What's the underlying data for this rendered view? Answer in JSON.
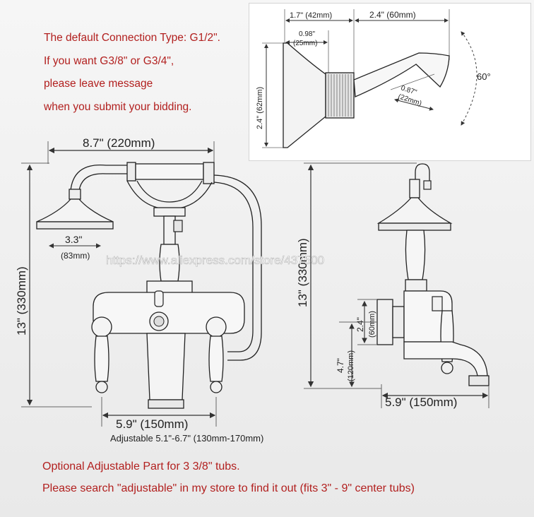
{
  "notes": [
    "The default Connection Type: G1/2\".",
    "If you want G3/8\" or G3/4\",",
    "please leave message",
    "when you submit your bidding."
  ],
  "inset": {
    "dim_top_left": "1.7\" (42mm)",
    "dim_top_right": "2.4\" (60mm)",
    "dim_inner_in": "0.98\"",
    "dim_inner_mm": "(25mm)",
    "dim_left": "2.4\" (62mm)",
    "dim_arm_in": "0.87\"",
    "dim_arm_mm": "(22mm)",
    "angle": "60°"
  },
  "front": {
    "width": "8.7\" (220mm)",
    "height": "13\" (330mm)",
    "head_in": "3.3\"",
    "head_mm": "(83mm)",
    "center": "5.9\" (150mm)",
    "adjustable": "Adjustable 5.1\"-6.7\" (130mm-170mm)"
  },
  "side": {
    "height": "13\" (330mm)",
    "flange_in": "2.4\"",
    "flange_mm": "(60mm)",
    "spout_in": "4.7\"",
    "spout_mm": "(120mm)",
    "reach": "5.9\" (150mm)"
  },
  "watermark": "https://www.aliexpress.com/store/437500",
  "footer": {
    "line1": "Optional Adjustable Part for 3 3/8\" tubs.",
    "line2": "Please search \"adjustable\" in my store to find it out (fits 3\" - 9\" center tubs)"
  }
}
